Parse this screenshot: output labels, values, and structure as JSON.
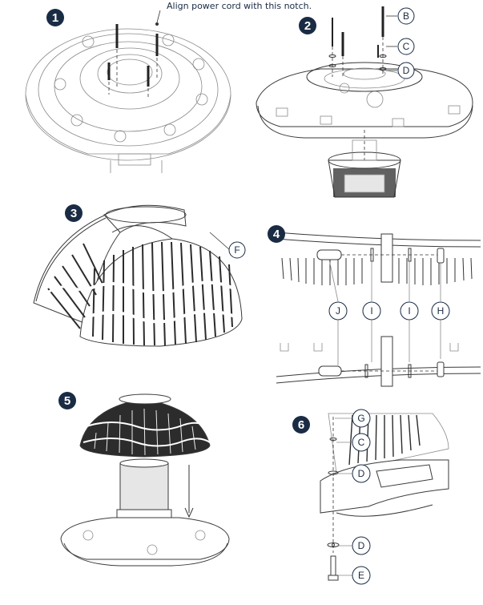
{
  "accent_color": "#1a2b44",
  "steps": [
    {
      "number": "1"
    },
    {
      "number": "2"
    },
    {
      "number": "3"
    },
    {
      "number": "4"
    },
    {
      "number": "5"
    },
    {
      "number": "6"
    }
  ],
  "step1": {
    "note": "Align power cord with this notch."
  },
  "callouts": {
    "step2": [
      "B",
      "C",
      "D"
    ],
    "step3": [
      "F"
    ],
    "step4": [
      "J",
      "I",
      "I",
      "H"
    ],
    "step6": [
      "G",
      "C",
      "D",
      "D",
      "E"
    ]
  }
}
